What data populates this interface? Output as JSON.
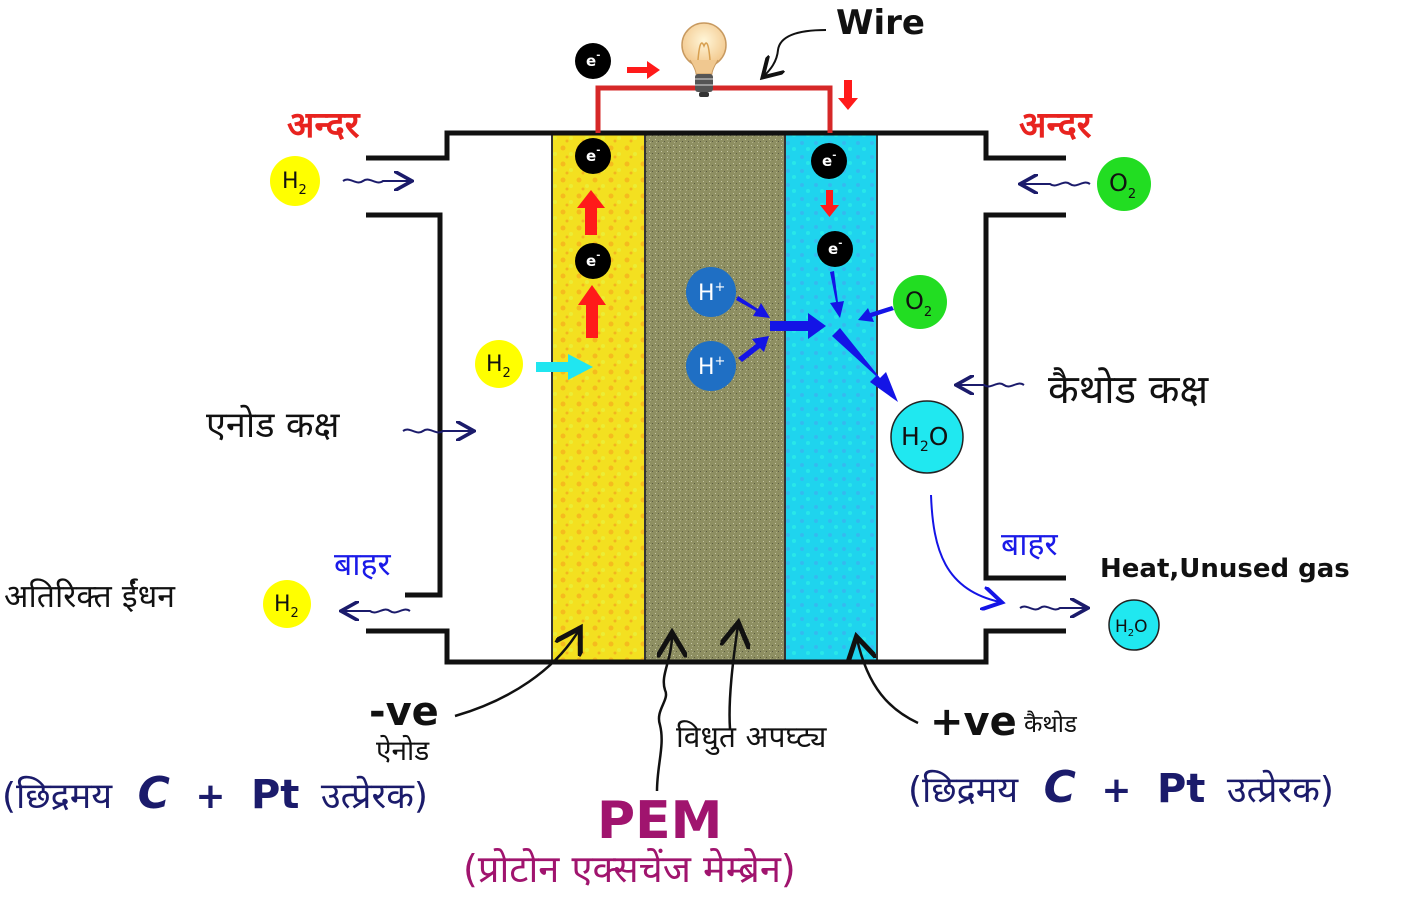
{
  "labels": {
    "wire": "Wire",
    "inlet_left": "अन्दर",
    "inlet_right": "अन्दर",
    "outlet_left": "बाहर",
    "outlet_right": "बाहर",
    "anode_chamber": "एनोड कक्ष",
    "cathode_chamber": "कैथोड कक्ष",
    "excess_fuel": "अतिरिक्त ईंधन",
    "heat_unused": "Heat,Unused gas",
    "neg": "-ve",
    "anode": "ऐनोड",
    "pos": "+ve",
    "cathode": "कैथोड",
    "electrolyte": "विधुत अपघ्ट्य",
    "pem": "PEM",
    "pem_full": "(प्रोटोन एक्सचेंज मेम्ब्रेन)",
    "catalyst_left": {
      "open": "(छिद्रमय",
      "c": "C",
      "plus": "+",
      "pt": "Pt",
      "close": "उत्प्रेरक)"
    },
    "catalyst_right": {
      "open": "(छिद्रमय",
      "c": "C",
      "plus": "+",
      "pt": "Pt",
      "close": "उत्प्रेरक)"
    }
  },
  "species": {
    "h2": "H",
    "h2_sub": "2",
    "o2": "O",
    "o2_sub": "2",
    "h_plus": "H",
    "h_plus_sup": "+",
    "electron": "e",
    "electron_sup": "-",
    "water_h": "H",
    "water_sub": "2",
    "water_o": "O"
  },
  "colors": {
    "anode_layer": "#f2e21e",
    "membrane": "#8c8c5e",
    "cathode_layer": "#1fd6ef",
    "wire": "#d62828",
    "h2_ball": "#ffff00",
    "o2_ball": "#22dd22",
    "h_plus_ball": "#1f6fc4",
    "water_ball": "#20e8f0",
    "electron": "#000000",
    "arrow_red": "#ff1a1a",
    "arrow_blue": "#1414e6",
    "arrow_cyan": "#20e6f0"
  }
}
